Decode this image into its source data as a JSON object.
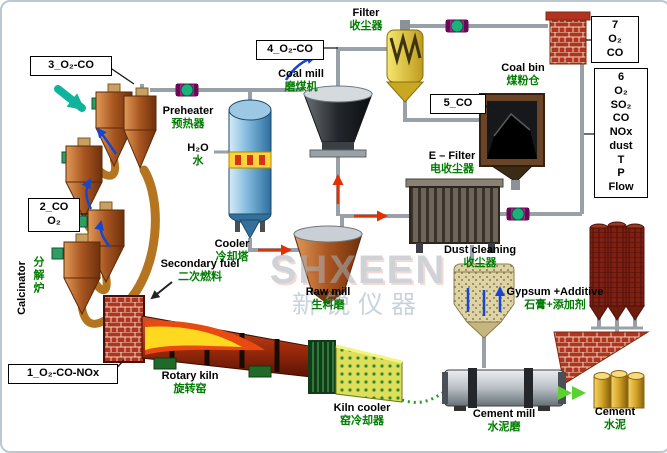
{
  "palette": {
    "frame_border": "#bcc8d0",
    "english_label": "#000000",
    "chinese_label": "#007c00",
    "pipe": "#99a1a8",
    "arrow_blue": "#1746d0",
    "arrow_red": "#e33000",
    "arrow_green": "#57d22e",
    "arrow_teal": "#10b39b",
    "pump_body": "#c0189c",
    "pump_center": "#19b37a",
    "cyclone_brown": "#a85520",
    "kiln_red": "#a02c0c",
    "brick": "#b23420"
  },
  "watermark": {
    "brand": "SHXEEN",
    "cn": "新锐仪器"
  },
  "sample_boxes": {
    "b1": "1_O₂-CO-NOx",
    "b2_line1": "2_CO",
    "b2_line2": "O₂",
    "b3": "3_O₂-CO",
    "b4": "4_O₂-CO",
    "b5": "5_CO",
    "b7": {
      "num": "7",
      "l1": "O₂",
      "l2": "CO"
    },
    "b6": {
      "num": "6",
      "l1": "O₂",
      "l2": "SO₂",
      "l3": "CO",
      "l4": "NOx",
      "l5": "dust",
      "l6": "T",
      "l7": "P",
      "l8": "Flow"
    }
  },
  "labels": {
    "preheater": {
      "en": "Preheater",
      "zh": "预热器"
    },
    "calcinator": {
      "en": "Calcinator",
      "zh": "分解炉"
    },
    "h2o": {
      "en": "H₂O",
      "zh": "水"
    },
    "cooler": {
      "en": "Cooler",
      "zh": "冷却塔"
    },
    "coal_mill": {
      "en": "Coal mill",
      "zh": "磨煤机"
    },
    "filter": {
      "en": "Filter",
      "zh": "收尘器"
    },
    "coal_bin": {
      "en": "Coal bin",
      "zh": "煤粉仓"
    },
    "e_filter": {
      "en": "E – Filter",
      "zh": "电收尘器"
    },
    "dust_cleaning": {
      "en": "Dust cleaning",
      "zh": "收尘器"
    },
    "gypsum": {
      "en": "Gypsum +Additive",
      "zh": "石膏+添加剂"
    },
    "raw_mill": {
      "en": "Raw mill",
      "zh": "生料磨"
    },
    "secondary_fuel": {
      "en": "Secondary fuel",
      "zh": "二次燃料"
    },
    "rotary_kiln": {
      "en": "Rotary kiln",
      "zh": "旋转窑"
    },
    "kiln_cooler": {
      "en": "Kiln cooler",
      "zh": "窑冷却器"
    },
    "cement_mill": {
      "en": "Cement mill",
      "zh": "水泥磨"
    },
    "cement": {
      "en": "Cement",
      "zh": "水泥"
    }
  }
}
